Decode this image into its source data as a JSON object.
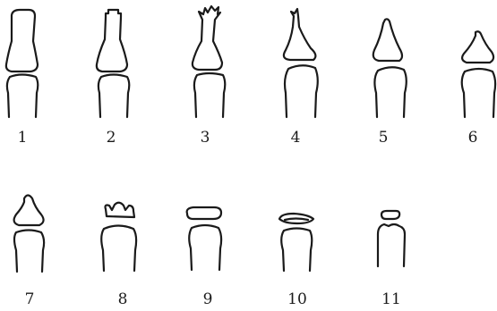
{
  "diagram": {
    "stroke_color": "#1a1a1a",
    "text_color": "#1a1a1a",
    "figures": [
      {
        "label": "1"
      },
      {
        "label": "2"
      },
      {
        "label": "3"
      },
      {
        "label": "4"
      },
      {
        "label": "5"
      },
      {
        "label": "6"
      },
      {
        "label": "7"
      },
      {
        "label": "8"
      },
      {
        "label": "9"
      },
      {
        "label": "10"
      },
      {
        "label": "11"
      }
    ]
  }
}
